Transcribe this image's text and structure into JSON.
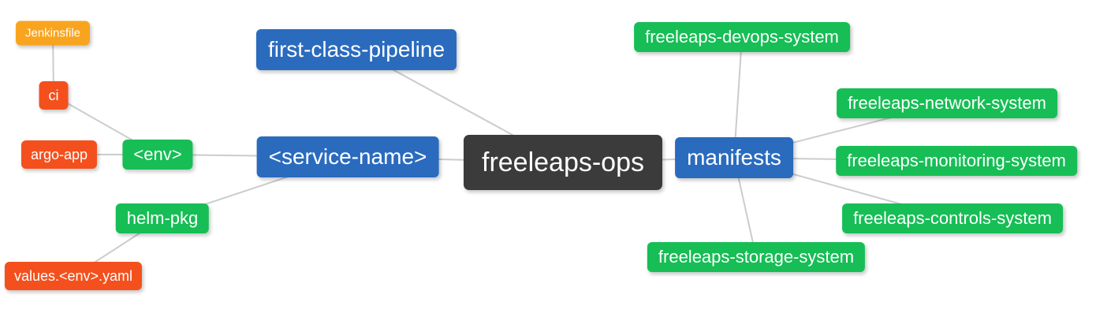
{
  "diagram": {
    "kind": "mindmap",
    "colors": {
      "root_bg": "#3B3B3B",
      "branch_bg": "#2A6BBE",
      "leaf_green_bg": "#16BE55",
      "leaf_red_bg": "#F4501D",
      "leaf_amber_bg": "#F9A41F",
      "edge": "#CCCCCC",
      "text": "#FFFFFF"
    },
    "nodes": {
      "freeleaps_ops": {
        "label": "freeleaps-ops"
      },
      "service_name": {
        "label": "<service-name>"
      },
      "first_class_pipeline": {
        "label": "first-class-pipeline"
      },
      "manifests": {
        "label": "manifests"
      },
      "env": {
        "label": "<env>"
      },
      "helm_pkg": {
        "label": "helm-pkg"
      },
      "argo_app": {
        "label": "argo-app"
      },
      "ci": {
        "label": "ci"
      },
      "jenkinsfile": {
        "label": "Jenkinsfile"
      },
      "values_env_yaml": {
        "label": "values.<env>.yaml"
      },
      "devops_system": {
        "label": "freeleaps-devops-system"
      },
      "network_system": {
        "label": "freeleaps-network-system"
      },
      "monitoring_system": {
        "label": "freeleaps-monitoring-system"
      },
      "controls_system": {
        "label": "freeleaps-controls-system"
      },
      "storage_system": {
        "label": "freeleaps-storage-system"
      }
    },
    "edges": [
      {
        "from": "jenkinsfile",
        "to": "ci"
      },
      {
        "from": "ci",
        "to": "env"
      },
      {
        "from": "argo_app",
        "to": "env"
      },
      {
        "from": "env",
        "to": "service_name"
      },
      {
        "from": "helm_pkg",
        "to": "service_name"
      },
      {
        "from": "values_env_yaml",
        "to": "helm_pkg"
      },
      {
        "from": "first_class_pipeline",
        "to": "freeleaps_ops"
      },
      {
        "from": "service_name",
        "to": "freeleaps_ops"
      },
      {
        "from": "freeleaps_ops",
        "to": "manifests"
      },
      {
        "from": "manifests",
        "to": "devops_system"
      },
      {
        "from": "manifests",
        "to": "network_system"
      },
      {
        "from": "manifests",
        "to": "monitoring_system"
      },
      {
        "from": "manifests",
        "to": "controls_system"
      },
      {
        "from": "manifests",
        "to": "storage_system"
      }
    ]
  }
}
